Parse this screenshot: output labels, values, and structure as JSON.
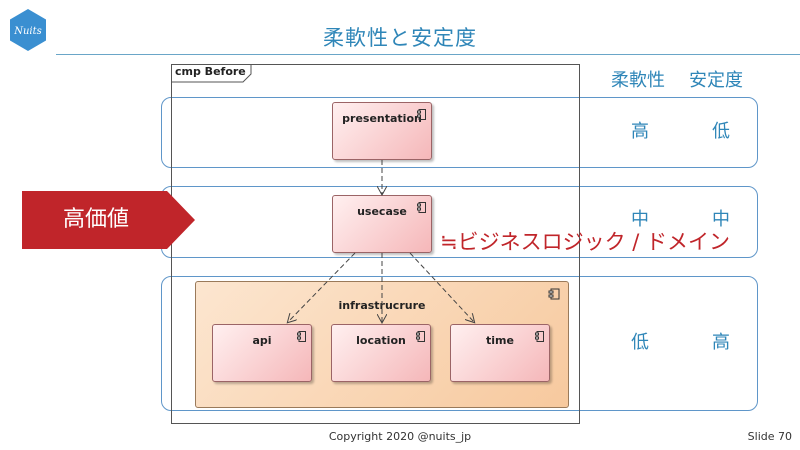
{
  "header": {
    "title": "柔軟性と安定度",
    "logo_text": "Nuits"
  },
  "columns": {
    "flexibility": "柔軟性",
    "stability": "安定度"
  },
  "rows": [
    {
      "flexibility": "高",
      "stability": "低"
    },
    {
      "flexibility": "中",
      "stability": "中"
    },
    {
      "flexibility": "低",
      "stability": "高"
    }
  ],
  "diagram": {
    "frame_label": "cmp Before",
    "components": {
      "presentation": "presentation",
      "usecase": "usecase",
      "infrastructure": "infrastrucrure",
      "api": "api",
      "location": "location",
      "time": "time"
    }
  },
  "callout": {
    "label": "高価値",
    "annotation": "≒ビジネスロジック / ドメイン"
  },
  "footer": {
    "copyright": "Copyright 2020 @nuits_jp",
    "slide_number": "Slide 70"
  },
  "colors": {
    "accent_blue": "#2f86b8",
    "band_border": "#5f96c9",
    "callout_red": "#c0252a",
    "component_pink": "#f5b7b9",
    "package_orange": "#f7c99e"
  }
}
